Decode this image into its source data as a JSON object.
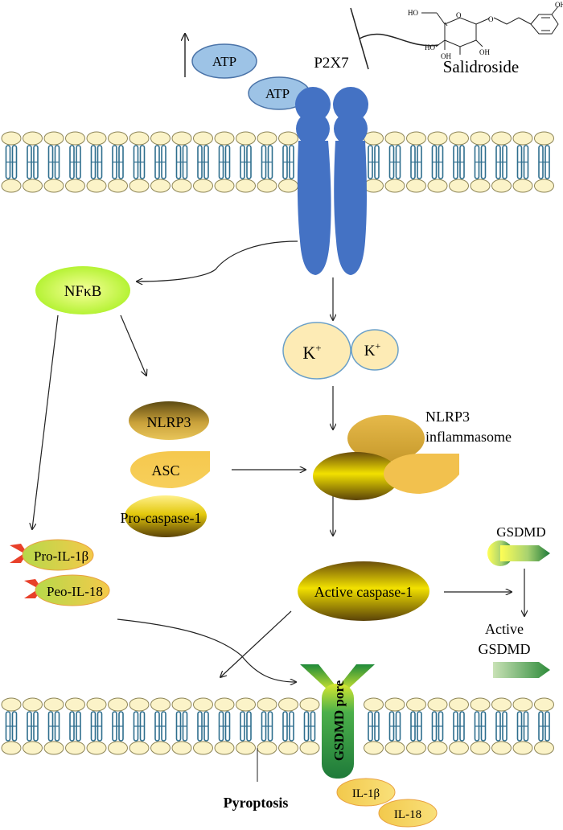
{
  "labels": {
    "atp_1": "ATP",
    "atp_2": "ATP",
    "p2x7": "P2X7",
    "salidroside": "Salidroside",
    "nfkb": "NFκB",
    "k_plus_large": "K",
    "k_plus_small": "K",
    "plus": "+",
    "nlrp3": "NLRP3",
    "asc": "ASC",
    "pro_caspase_1": "Pro-caspase-1",
    "nlrp3_inflammasome_line1": "NLRP3",
    "nlrp3_inflammasome_line2": "inflammasome",
    "pro_il_1b": "Pro-IL-1β",
    "peo_il_18": "Peo-IL-18",
    "active_caspase_1": "Active caspase-1",
    "gsdmd": "GSDMD",
    "active_gsdmd_line1": "Active",
    "active_gsdmd_line2": "GSDMD",
    "gsdmd_pore": "GSDMD pore",
    "pyroptosis": "Pyroptosis",
    "il_1b": "IL-1β",
    "il_18": "IL-18"
  },
  "molecule": {
    "oh_left": "HO",
    "oh_ring1": "HO",
    "oh_ring2": "OH",
    "oh_ring3": "OH",
    "oh_phenol": "OH",
    "o_ring": "O",
    "o_link": "O"
  },
  "colors": {
    "membrane_head_fill": "#FBF3C8",
    "membrane_head_stroke": "#8C8456",
    "membrane_tail": "#2E6E8E",
    "receptor": "#4472C4",
    "atp_fill": "#9DC3E6",
    "nfkb": "#CCFF33",
    "k_fill": "#FDEBB5",
    "protein_dark": "#8C6D1F",
    "protein_gold": "#F2C14E",
    "protein_yellow": "#FFE800",
    "gsdmd_green": "#2E8B3A"
  }
}
